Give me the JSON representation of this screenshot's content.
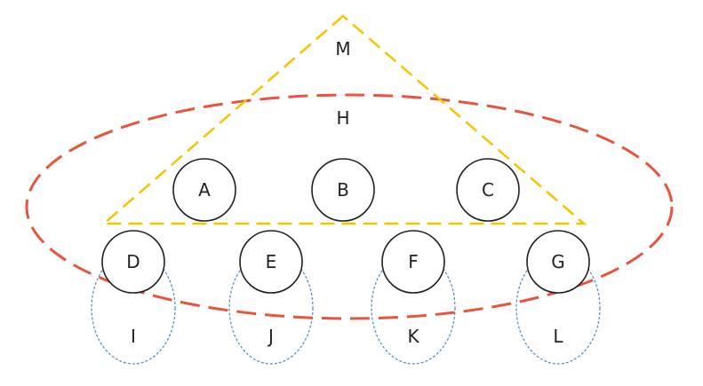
{
  "colors": {
    "triangle": "#f5c400",
    "ellipse_large": "#e8543c",
    "ellipse_small": "#4a8fc0",
    "circle": "#222222",
    "text": "#222222"
  },
  "regions": {
    "triangle_label": "M",
    "ellipse_large_label": "H",
    "ellipse_small_labels": [
      "I",
      "J",
      "K",
      "L"
    ]
  },
  "nodes": {
    "a": "A",
    "b": "B",
    "c": "C",
    "d": "D",
    "e": "E",
    "f": "F",
    "g": "G"
  }
}
